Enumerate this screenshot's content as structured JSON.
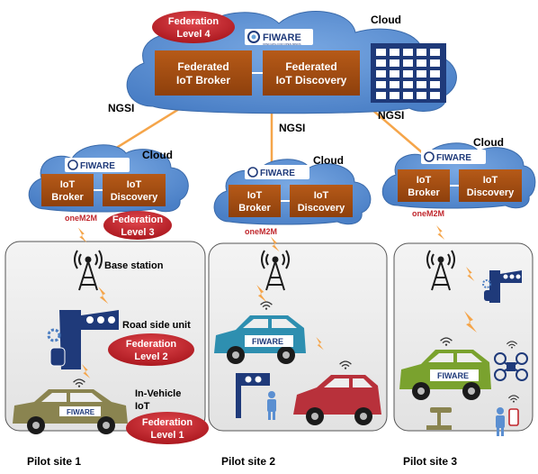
{
  "cloud_label": "Cloud",
  "protocol_label": "NGSI",
  "fiware_logo": "FIWARE",
  "fiware_tagline": "OPEN APIs FOR OPEN MINDS",
  "onem2m_logo": "oneM2M",
  "central": {
    "federation_line1": "Federation",
    "federation_line2": "Level 4",
    "broker_line1": "Federated",
    "broker_line2": "IoT Broker",
    "discovery_line1": "Federated",
    "discovery_line2": "IoT Discovery"
  },
  "local": {
    "broker_line1": "IoT",
    "broker_line2": "Broker",
    "discovery_line1": "IoT",
    "discovery_line2": "Discovery"
  },
  "federation_level3": {
    "line1": "Federation",
    "line2": "Level 3"
  },
  "federation_level2": {
    "line1": "Federation",
    "line2": "Level 2"
  },
  "federation_level1": {
    "line1": "Federation",
    "line2": "Level 1"
  },
  "labels": {
    "base_station": "Base station",
    "road_side_unit": "Road side unit",
    "in_vehicle_line1": "In-Vehicle",
    "in_vehicle_line2": "IoT"
  },
  "sites": {
    "site1": "Pilot site 1",
    "site2": "Pilot site 2",
    "site3": "Pilot site 3"
  },
  "colors": {
    "cloud": "#5b8fd1",
    "box": "#a84f12",
    "federation": "#c0272d",
    "link": "#f5a54a",
    "site_bg": "#ececec",
    "car_blue": "#2e8fb0",
    "car_red": "#b8313b",
    "car_green": "#7aa22e",
    "car_olive": "#8a8450",
    "device": "#1f3a7a"
  }
}
